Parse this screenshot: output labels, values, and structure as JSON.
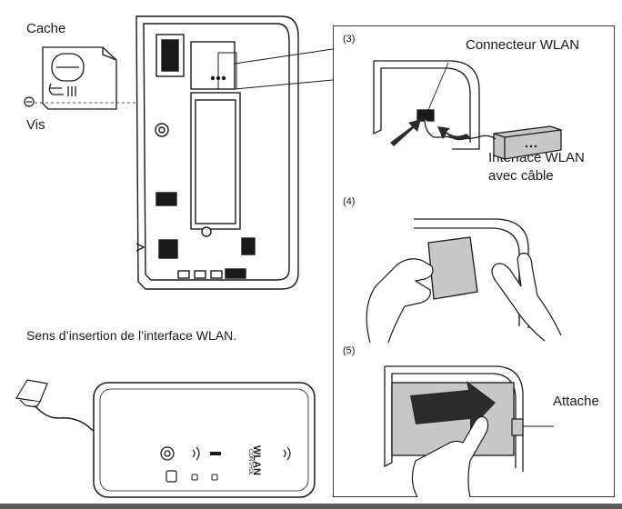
{
  "labels": {
    "cache": "Cache",
    "vis": "Vis",
    "connecteur": "Connecteur WLAN",
    "interface_line1": "Interface WLAN",
    "interface_line2": "avec câble",
    "sens": "Sens d’insertion de l’interface WLAN.",
    "attache": "Attache"
  },
  "steps": {
    "s3": "(3)",
    "s4": "(4)",
    "s5": "(5)"
  },
  "device_text": {
    "wlan": "WLAN",
    "control": "CONTROL"
  },
  "colors": {
    "page_bg": "#ffffff",
    "frame": "#5a5a5a",
    "line": "#1a1a1a",
    "module_fill": "#c8c8c8",
    "arrow_fill": "#2b2b2b"
  },
  "icons": [
    "screw-icon",
    "wifi-signal-icon",
    "power-icon",
    "arrow-icon"
  ]
}
